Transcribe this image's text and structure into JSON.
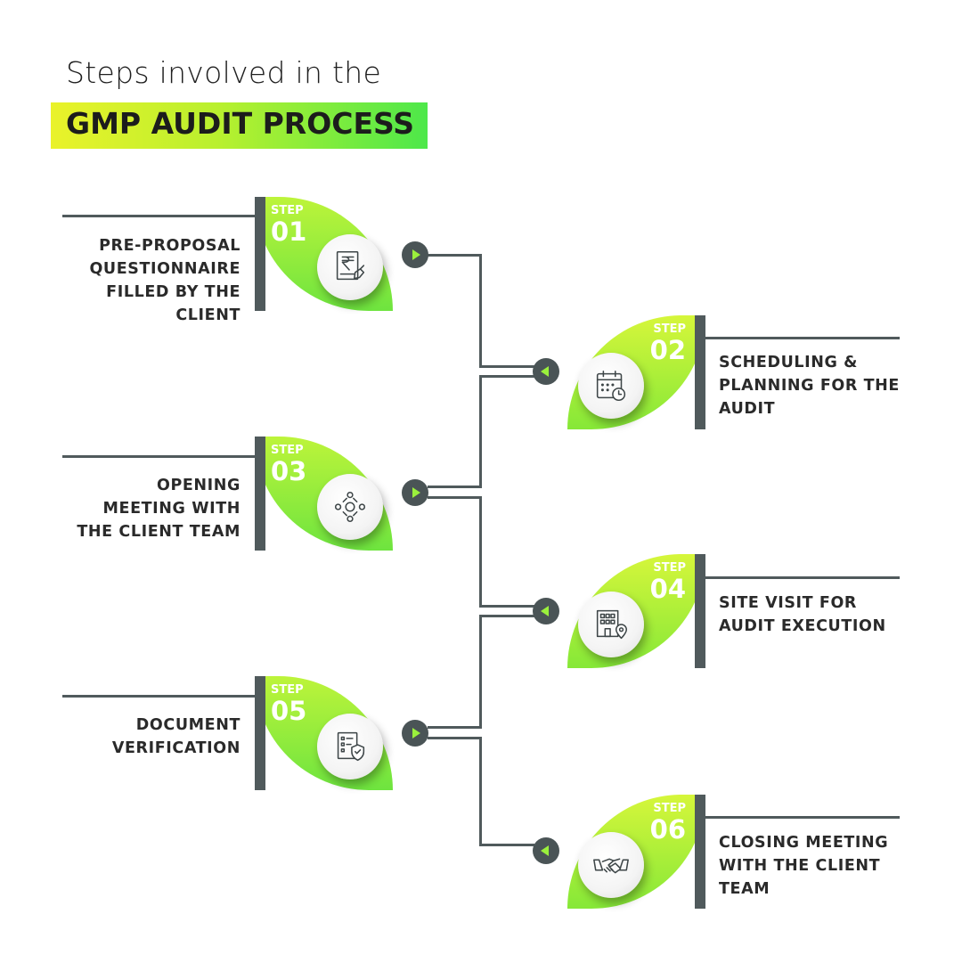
{
  "header": {
    "subtitle": "Steps involved in the",
    "title": "GMP AUDIT PROCESS"
  },
  "steps": [
    {
      "label": "STEP",
      "number": "01",
      "text": "PRE-PROPOSAL\nQUESTIONNAIRE\nFILLED BY THE\nCLIENT",
      "icon": "rupee-document-icon"
    },
    {
      "label": "STEP",
      "number": "02",
      "text": "SCHEDULING &\nPLANNING FOR THE\nAUDIT",
      "icon": "calendar-clock-icon"
    },
    {
      "label": "STEP",
      "number": "03",
      "text": "OPENING\nMEETING WITH\nTHE CLIENT TEAM",
      "icon": "team-meeting-icon"
    },
    {
      "label": "STEP",
      "number": "04",
      "text": "SITE VISIT FOR\nAUDIT EXECUTION",
      "icon": "building-location-icon"
    },
    {
      "label": "STEP",
      "number": "05",
      "text": "DOCUMENT\nVERIFICATION",
      "icon": "document-shield-icon"
    },
    {
      "label": "STEP",
      "number": "06",
      "text": "CLOSING MEETING\nWITH THE CLIENT\nTEAM",
      "icon": "handshake-icon"
    }
  ],
  "colors": {
    "green_light": "#bdf43a",
    "green_dark": "#4de84a",
    "yellow": "#eaf22a",
    "connector": "#505a5c",
    "text": "#2a2a2a"
  }
}
